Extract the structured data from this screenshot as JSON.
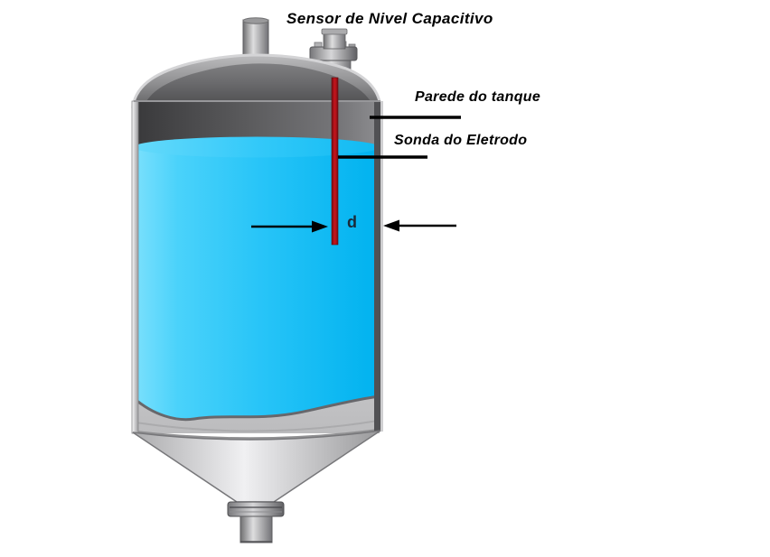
{
  "diagram": {
    "title": "Sensor de Nivel Capacitivo",
    "labels": {
      "tank_wall": "Parede do tanque",
      "electrode_probe": "Sonda do Eletrodo",
      "distance": "d"
    },
    "colors": {
      "background": "#ffffff",
      "annotation": "#000000",
      "liquid_blue": "#29c5f8",
      "liquid_blue_light": "#7ce0fd",
      "liquid_blue_deep": "#00b2ef",
      "probe_red": "#b01218",
      "tank_dark_band": "#4a4a4c",
      "tank_silver": "#c9c9cb",
      "distance_label_color": "#1b2a38"
    }
  }
}
